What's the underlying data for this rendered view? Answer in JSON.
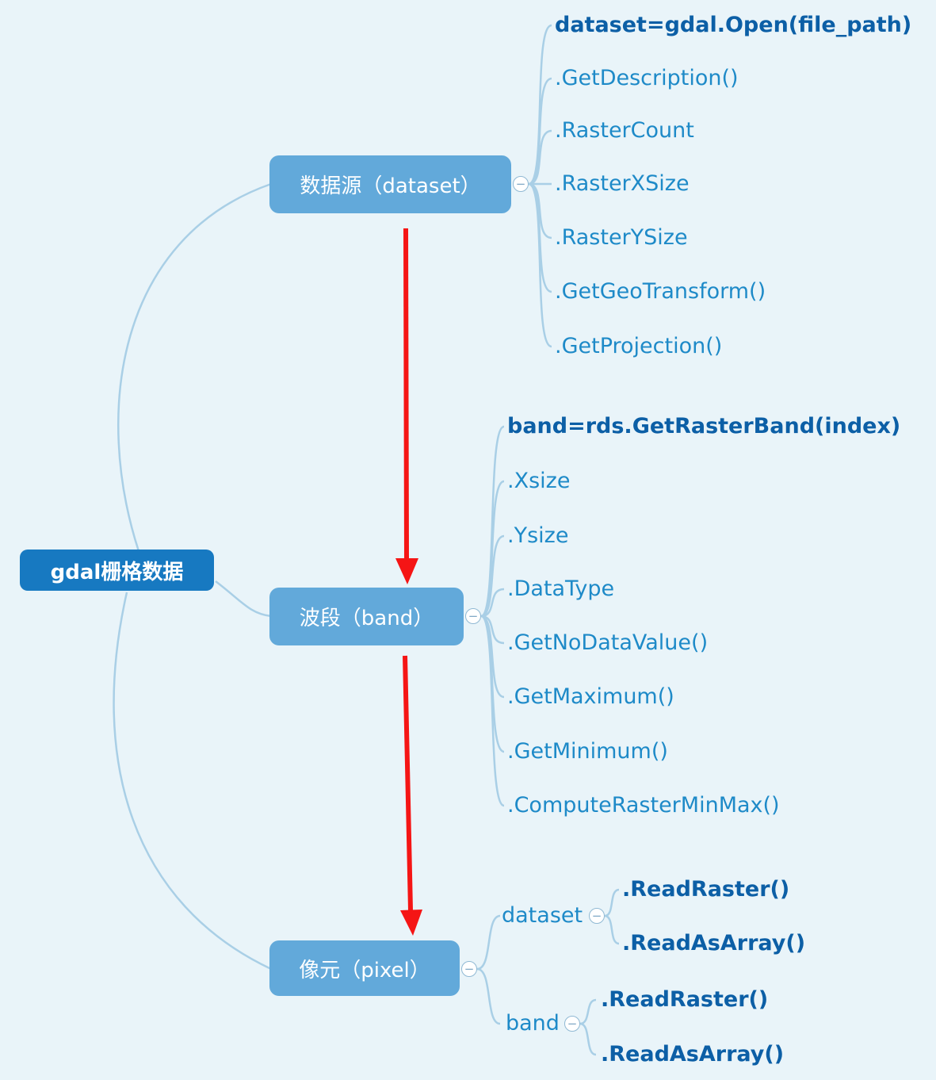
{
  "root": {
    "label": "gdal栅格数据"
  },
  "branches": [
    {
      "label": "数据源（dataset）",
      "items": [
        {
          "label": "dataset=gdal.Open(file_path)"
        },
        {
          "label": ".GetDescription()"
        },
        {
          "label": ".RasterCount"
        },
        {
          "label": ".RasterXSize"
        },
        {
          "label": ".RasterYSize"
        },
        {
          "label": ".GetGeoTransform()"
        },
        {
          "label": ".GetProjection()"
        }
      ]
    },
    {
      "label": "波段（band）",
      "items": [
        {
          "label": "band=rds.GetRasterBand(index)"
        },
        {
          "label": ".Xsize"
        },
        {
          "label": ".Ysize"
        },
        {
          "label": ".DataType"
        },
        {
          "label": ".GetNoDataValue()"
        },
        {
          "label": ".GetMaximum()"
        },
        {
          "label": ".GetMinimum()"
        },
        {
          "label": ".ComputeRasterMinMax()"
        }
      ]
    },
    {
      "label": "像元（pixel）",
      "subnodes": [
        {
          "label": "dataset",
          "items": [
            {
              "label": ".ReadRaster()"
            },
            {
              "label": ".ReadAsArray()"
            }
          ]
        },
        {
          "label": "band",
          "items": [
            {
              "label": ".ReadRaster()"
            },
            {
              "label": ".ReadAsArray()"
            }
          ]
        }
      ]
    }
  ],
  "icons": {
    "collapse": "−"
  },
  "colors": {
    "background": "#e9f4f9",
    "root_fill": "#1779c1",
    "branch_fill": "#62a9da",
    "leaf_text": "#1e8ac8",
    "leaf_bold_text": "#0c5fa6",
    "link": "#a9cfe6",
    "arrow": "#f51515"
  }
}
